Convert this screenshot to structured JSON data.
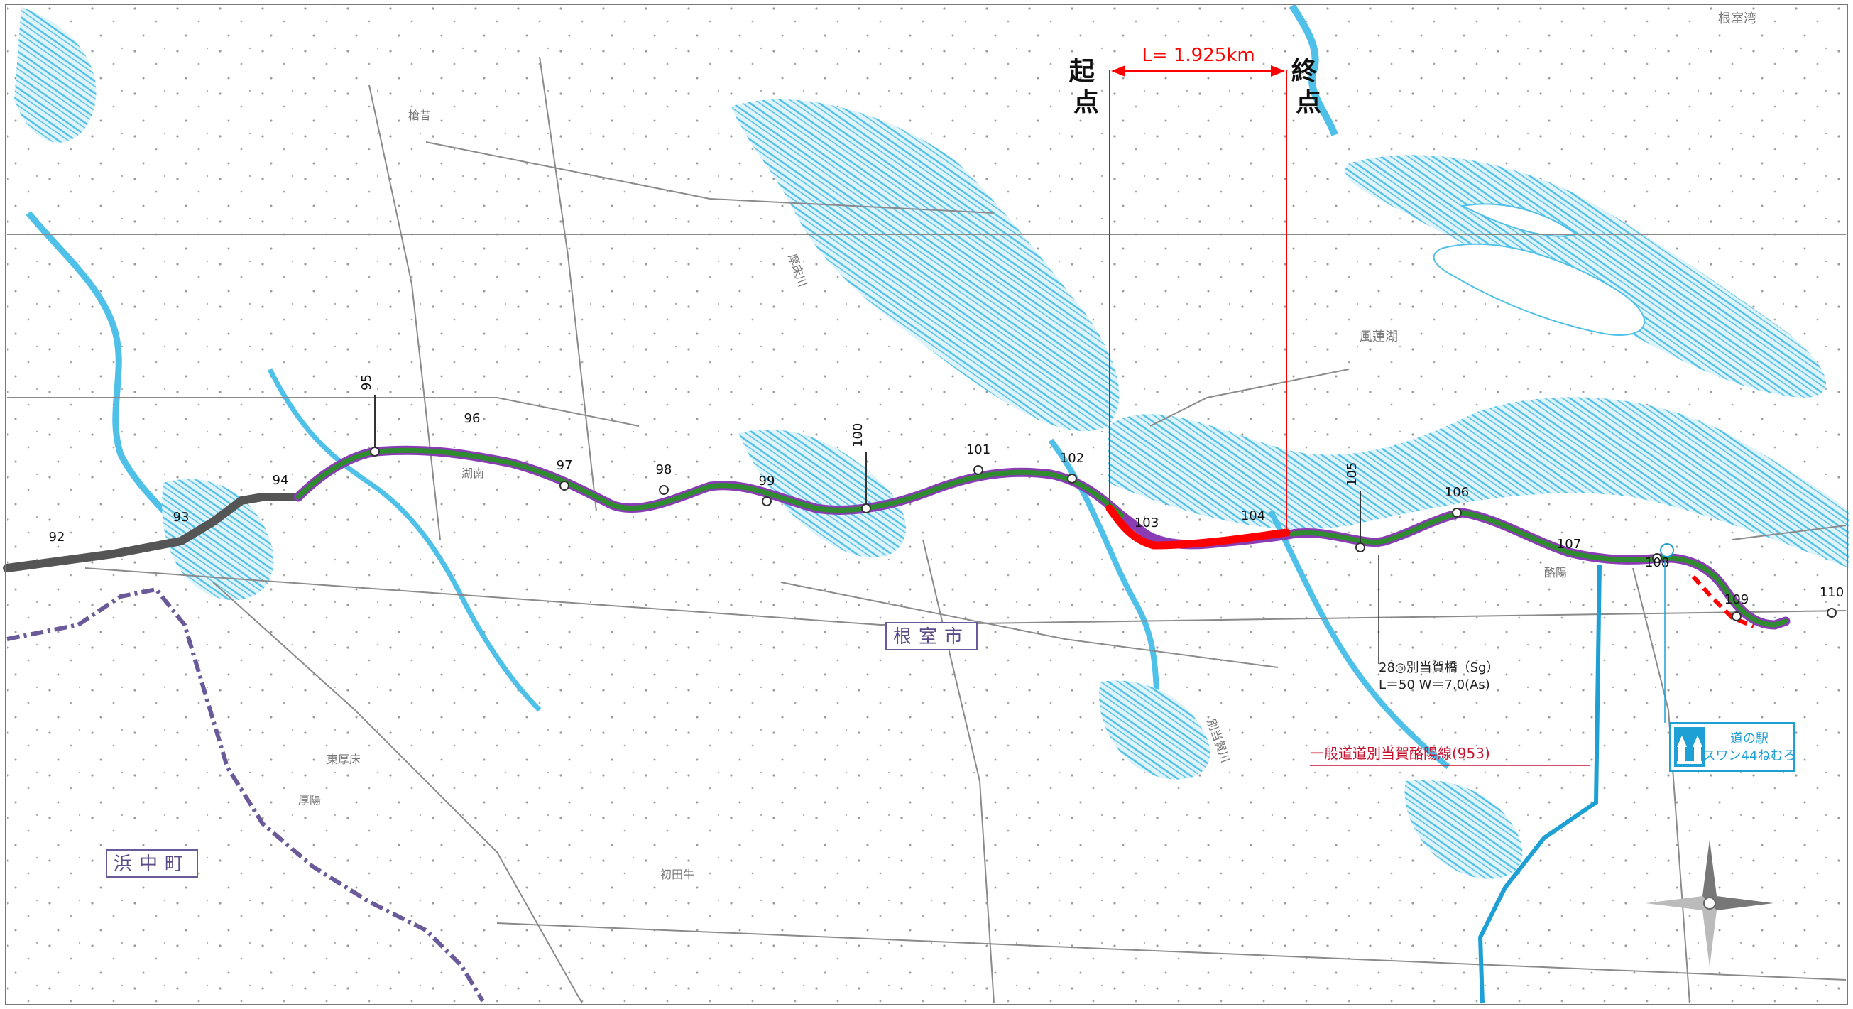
{
  "section": {
    "start_label": "起点",
    "end_label": "終点",
    "length_label": "L= 1.925km"
  },
  "kilo_posts": [
    "92",
    "93",
    "94",
    "95",
    "96",
    "97",
    "98",
    "99",
    "100",
    "101",
    "102",
    "103",
    "104",
    "105",
    "106",
    "107",
    "108",
    "109",
    "110"
  ],
  "place_names": {
    "city": "根室市",
    "town": "浜中町",
    "lake": "風蓮湖",
    "bay": "根室湾",
    "river_1": "厚床川",
    "river_2": "別当賀川",
    "locality_1": "槍昔",
    "locality_2": "初田牛",
    "locality_3": "厚陽",
    "locality_4": "東厚床",
    "locality_5": "酪陽",
    "locality_6": "湖南"
  },
  "bridge": {
    "line1": "28◎別当賀橋（Sg）",
    "line2": "L＝50 W＝7.0(As)"
  },
  "side_road_label": "一般道道別当賀酪陽線(953)",
  "roadside_station": {
    "line1": "道の駅",
    "line2": "スワン44ねむろ"
  },
  "colors": {
    "route_green": "#2e8b2e",
    "route_purple": "#8a3cb5",
    "section_red": "#ff0000",
    "road_gray": "#555555",
    "side_road_blue": "#1ea0d4",
    "water": "#9fd8ef",
    "boundary": "#6b5a9a"
  },
  "icons": [
    "compass-rose-icon",
    "roadside-station-icon"
  ]
}
